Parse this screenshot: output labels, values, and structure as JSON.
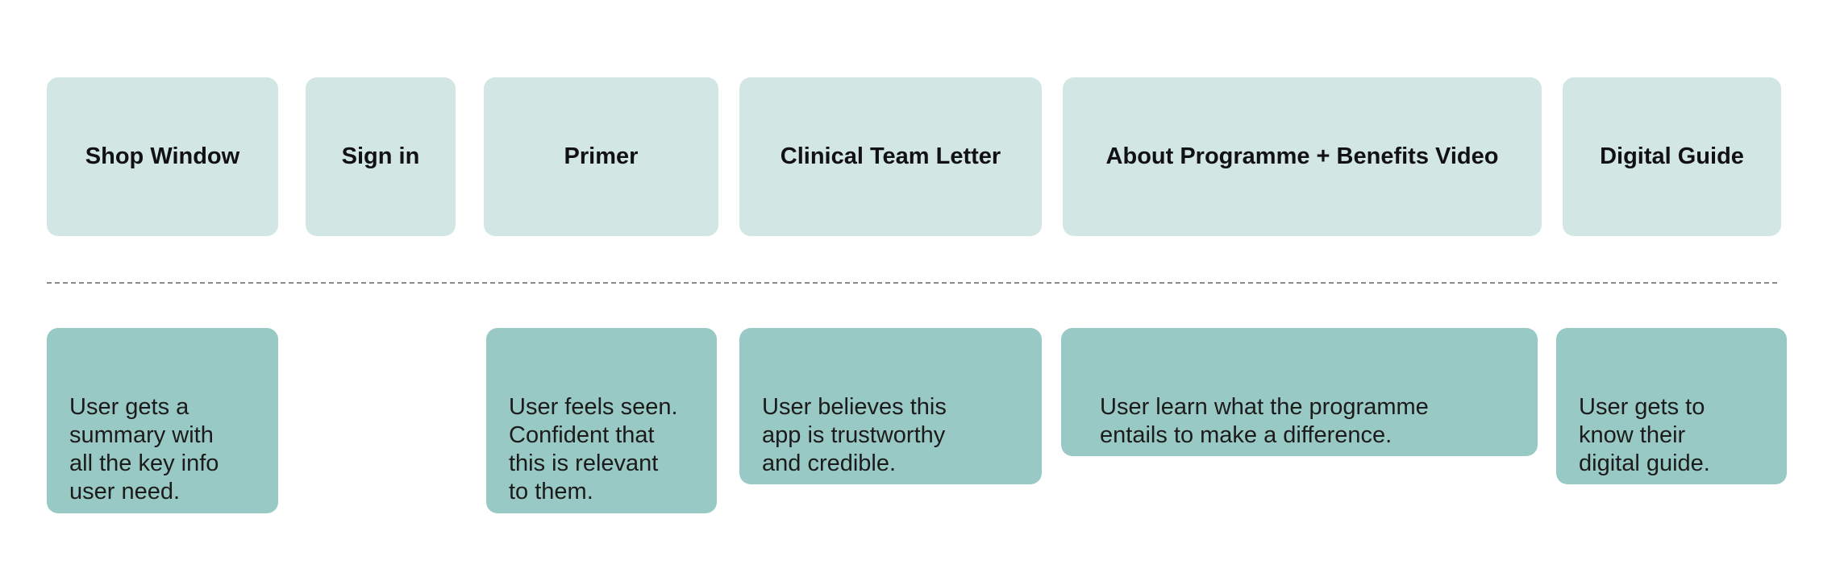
{
  "steps": [
    {
      "label": "Shop Window"
    },
    {
      "label": "Sign in"
    },
    {
      "label": "Primer"
    },
    {
      "label": "Clinical Team Letter"
    },
    {
      "label": "About Programme + Benefits Video"
    },
    {
      "label": "Digital Guide"
    }
  ],
  "outcomes": [
    {
      "step": "Shop Window",
      "text": "User gets a\nsummary with\nall the key info\nuser need."
    },
    {
      "step": "Primer",
      "text": "User feels seen.\nConfident that\nthis is relevant\nto them."
    },
    {
      "step": "Clinical Team Letter",
      "text": "User believes this\napp is trustworthy\nand credible."
    },
    {
      "step": "About Programme + Benefits Video",
      "text": "User learn what the programme\nentails to make a difference."
    },
    {
      "step": "Digital Guide",
      "text": "User gets to\nknow their\ndigital guide."
    }
  ],
  "colors": {
    "step_fill": "#d2e6e4",
    "outcome_fill": "#99c9c4",
    "divider": "#8a8a8a"
  }
}
